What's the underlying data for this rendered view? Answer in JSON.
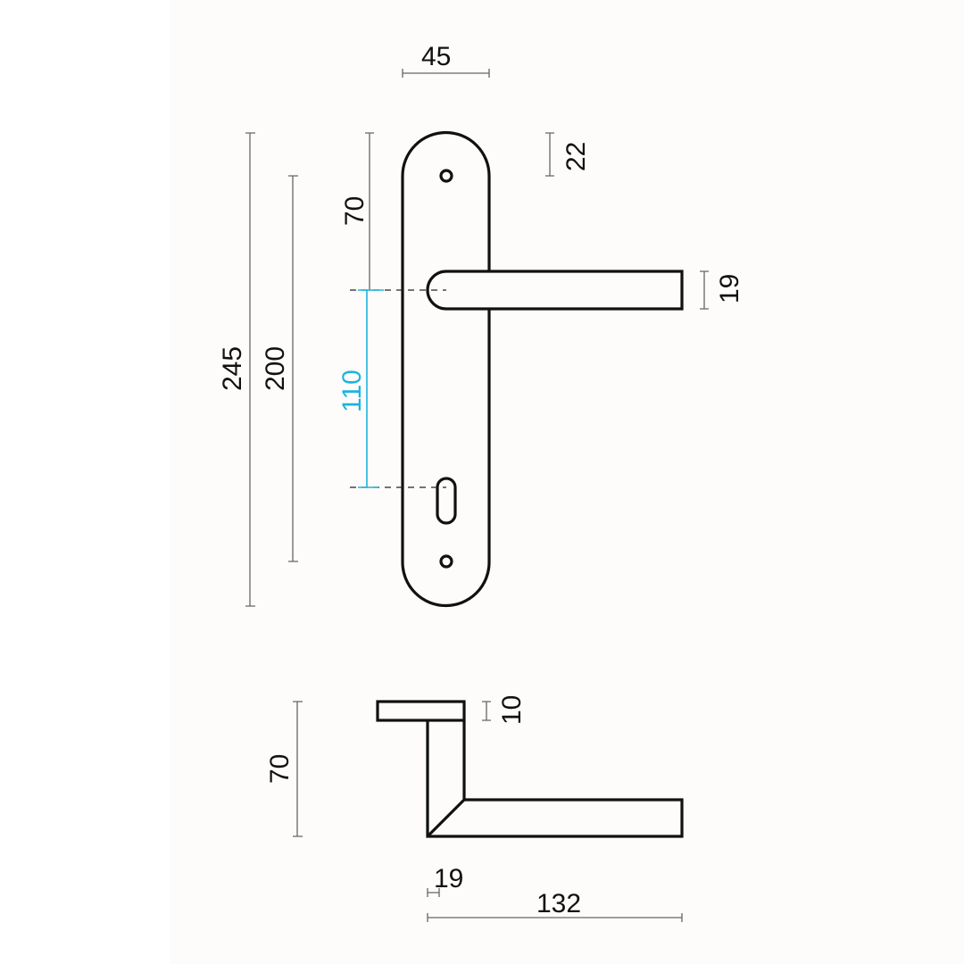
{
  "drawing": {
    "front_view": {
      "plate_width": "45",
      "screw_to_top": "22",
      "top_to_lever_axis": "70",
      "lever_thickness": "19",
      "plate_height": "245",
      "screw_spacing": "200",
      "backset_center_distance": "110"
    },
    "side_view": {
      "projection": "70",
      "rose_thickness": "10",
      "stem_width": "19",
      "lever_length": "132"
    },
    "colors": {
      "line": "#111111",
      "highlight": "#1bb4e0",
      "background": "#fdfcfa"
    }
  }
}
